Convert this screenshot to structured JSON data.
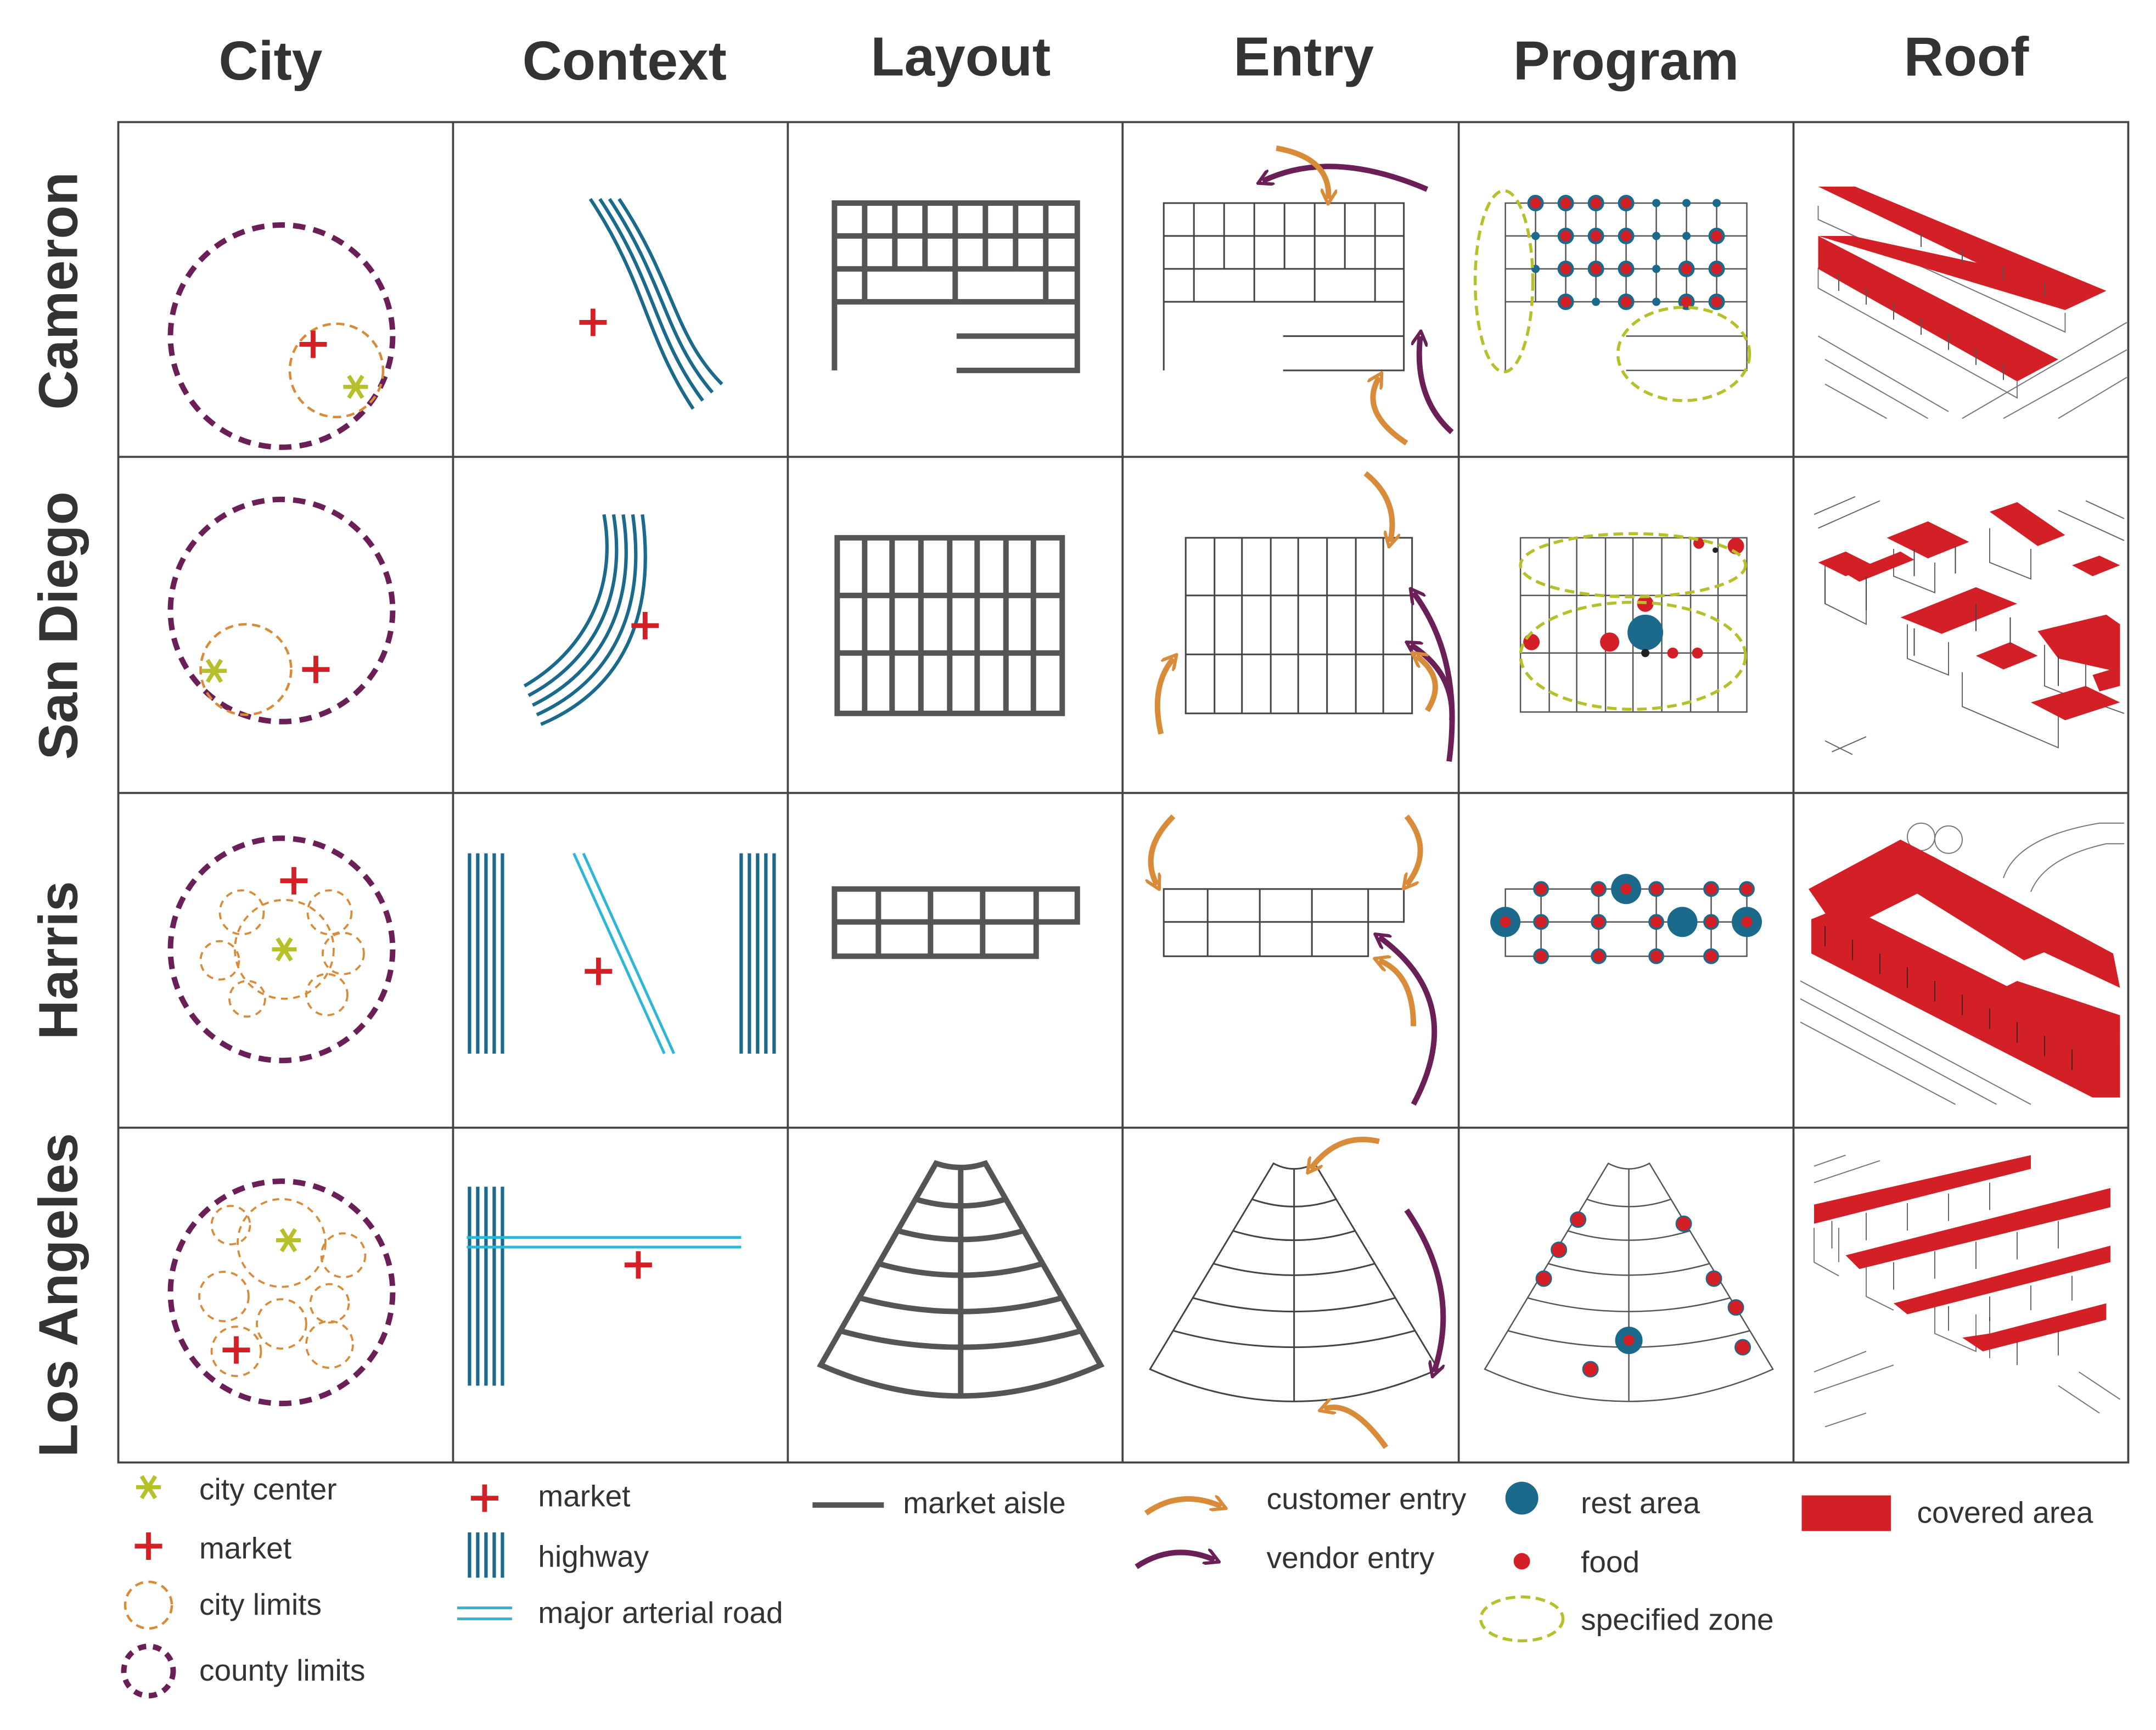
{
  "columns": [
    "City",
    "Context",
    "Layout",
    "Entry",
    "Program",
    "Roof"
  ],
  "rows": [
    "Cameron",
    "San Diego",
    "Harris",
    "Los Angeles"
  ],
  "legend": {
    "city": [
      "city center",
      "market",
      "city limits",
      "county limits"
    ],
    "context": [
      "market",
      "highway",
      "major arterial road"
    ],
    "layout": [
      "market aisle"
    ],
    "entry": [
      "customer entry",
      "vendor entry"
    ],
    "program": [
      "rest area",
      "food",
      "specified zone"
    ],
    "roof": [
      "covered area"
    ]
  },
  "colors": {
    "city_center": "#b5c02a",
    "market": "#d32027",
    "city_limits": "#d88b38",
    "county_limits": "#6a1f56",
    "highway": "#1b6a8c",
    "arterial": "#2fb6d6",
    "aisle": "#555555",
    "customer_entry": "#d88b38",
    "vendor_entry": "#6a1f56",
    "rest_area": "#1b6a8c",
    "food": "#d32027",
    "specified_zone": "#b5c02a",
    "covered_area": "#d32027"
  }
}
